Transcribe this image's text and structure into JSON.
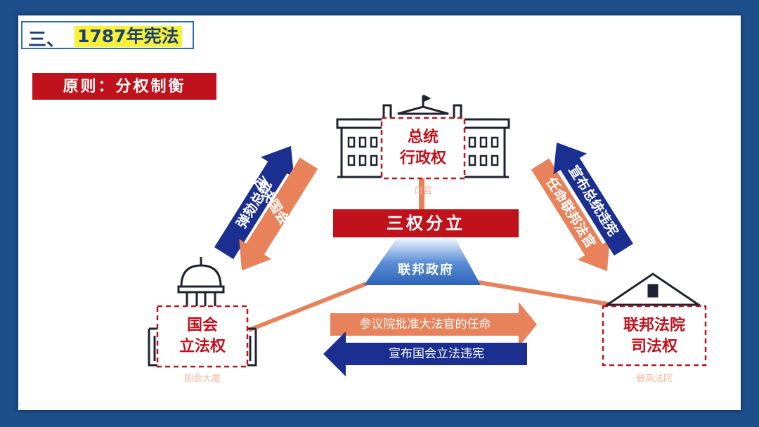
{
  "title": {
    "prefix": "三、",
    "main": "1787年宪法"
  },
  "principle": "原则：分权制衡",
  "center": {
    "band": "三权分立",
    "federal": "联邦政府"
  },
  "executive": {
    "power_line1": "总统",
    "power_line2": "行政权",
    "building": "白宫"
  },
  "legislative": {
    "power_line1": "国会",
    "power_line2": "立法权",
    "building": "国会大厦"
  },
  "judicial": {
    "power_line1": "联邦法院",
    "power_line2": "司法权",
    "building": "最高法院"
  },
  "arrows": {
    "impeach": "弹劾总统",
    "veto": "否决国会立法",
    "appoint": "任命联邦法官",
    "declare_president": "宣布总统违宪",
    "senate_approve": "参议院批准大法官的任命",
    "declare_congress": "宣布国会立法违宪"
  },
  "colors": {
    "navy": "#1a2f8f",
    "orange": "#e8825a",
    "red": "#c0121c",
    "blue": "#3a72c0"
  }
}
